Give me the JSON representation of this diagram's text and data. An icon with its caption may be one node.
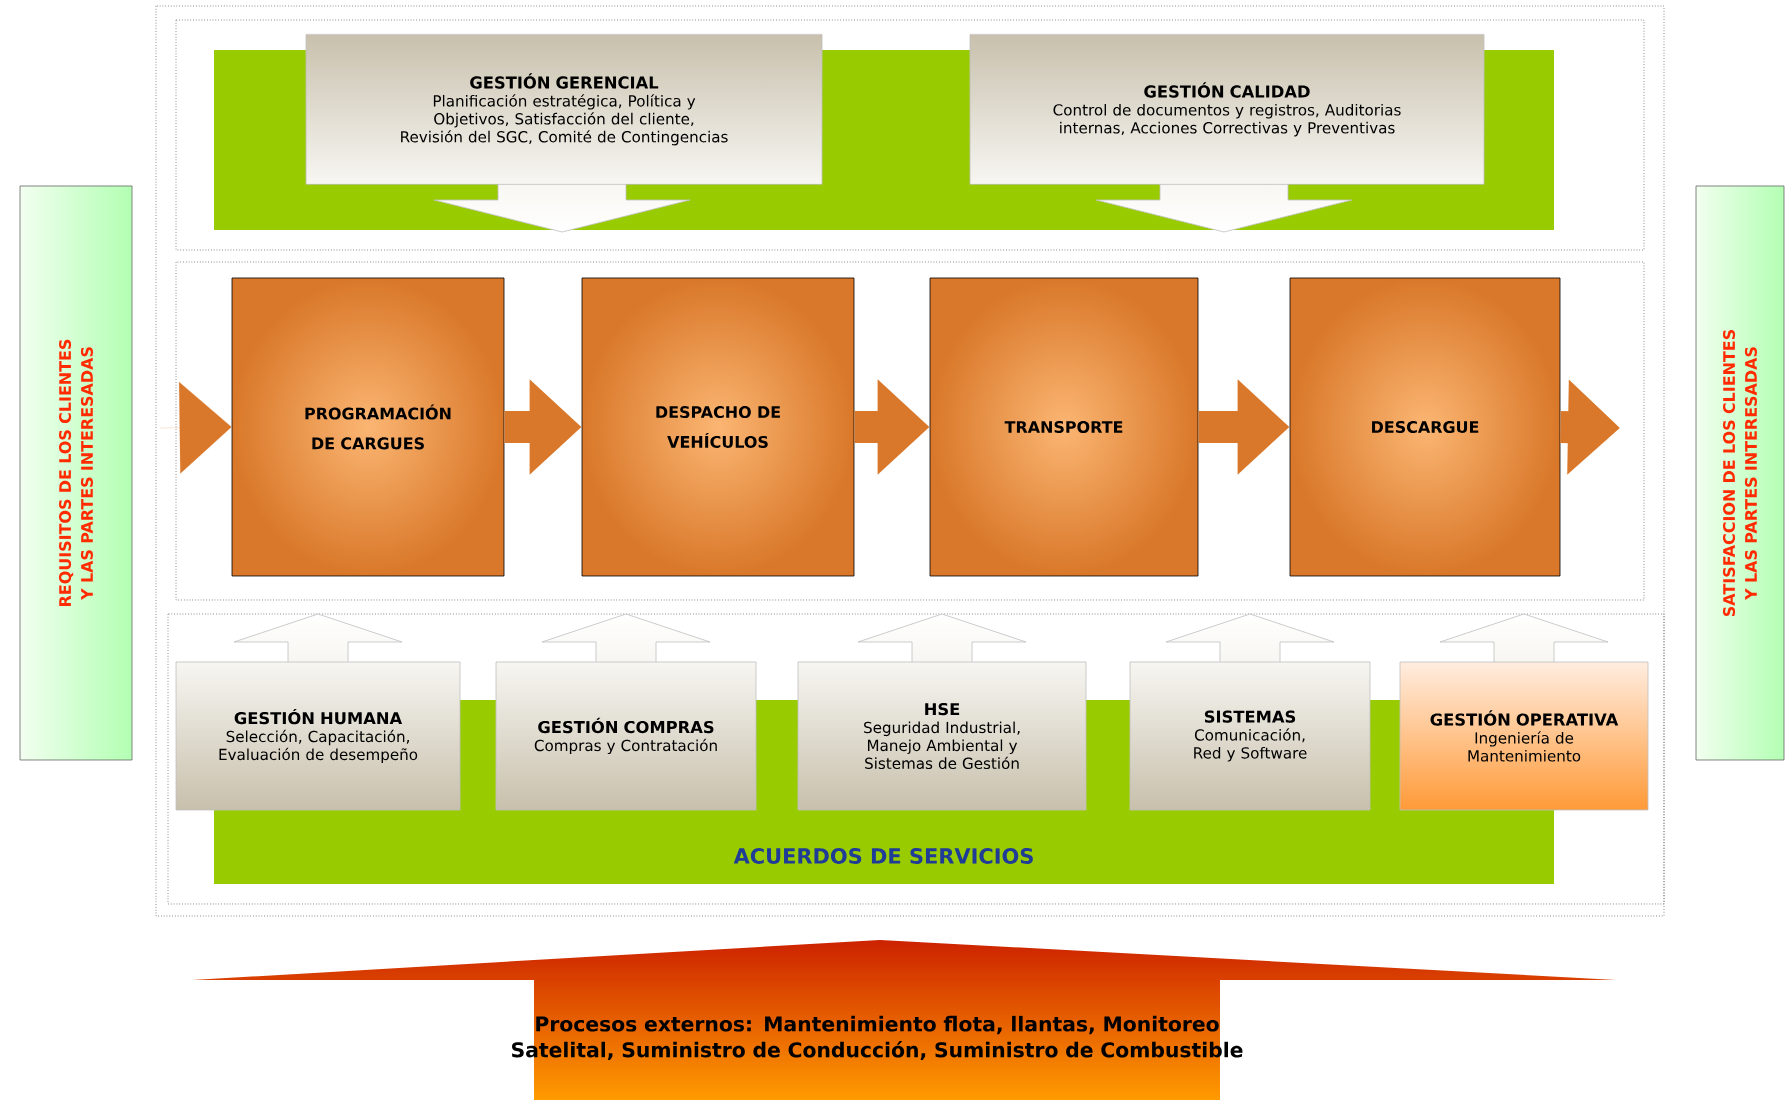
{
  "diagram": {
    "nodes": [
      {
        "text": [
          "GESTIÓN GERENCIAL",
          "Planificación estratégica, Política y Objetivos, Satisfacción del cliente, Revisión del SGC, Comité de Contingencias"
        ]
      },
      {
        "text": [
          "GESTIÓN CALIDAD",
          "Control de documentos y registros, Auditorias internas, Acciones Correctivas y Preventivas"
        ]
      },
      {
        "text": [
          "REQUISITOS DE LOS CLIENTES Y LAS PARTES INTERESADAS"
        ]
      },
      {
        "text": [
          "PROGRAMACIÓN DE CARGUES"
        ]
      },
      {
        "text": [
          "DESPACHO DE VEHÍCULOS"
        ]
      },
      {
        "text": [
          "TRANSPORTE"
        ]
      },
      {
        "text": [
          "DESCARGUE"
        ]
      },
      {
        "text": [
          "SATISFACCION DE LOS CLIENTES Y LAS PARTES INTERESADAS"
        ]
      },
      {
        "text": [
          "ACUERDOS DE SERVICIOS"
        ]
      },
      {
        "text": [
          "GESTIÓN HUMANA",
          "Selección, Capacitación, Evaluación de desempeño"
        ]
      },
      {
        "text": [
          "GESTIÓN COMPRAS",
          "Compras y Contratación"
        ]
      },
      {
        "text": [
          "HSE",
          "Seguridad Industrial, Manejo Ambiental y Sistemas de Gestión"
        ]
      },
      {
        "text": [
          "SISTEMAS",
          "Comunicación, Red y Software"
        ]
      },
      {
        "text": [
          "GESTIÓN OPERATIVA",
          "Ingeniería de Mantenimiento"
        ]
      },
      {
        "text": [
          "Procesos externos: Mantenimiento flota, llantas, Monitoreo Satelital, Suministro de Conducción, Suministro de Combustible"
        ]
      }
    ],
    "edges": [
      {
        "from": null,
        "to": 3,
        "arrow": "to"
      },
      {
        "from": 3,
        "to": 4,
        "arrow": "to"
      },
      {
        "from": 4,
        "to": 5,
        "arrow": "to"
      },
      {
        "from": 5,
        "to": 6,
        "arrow": "to"
      },
      {
        "from": 6,
        "to": null,
        "arrow": "to"
      }
    ]
  }
}
